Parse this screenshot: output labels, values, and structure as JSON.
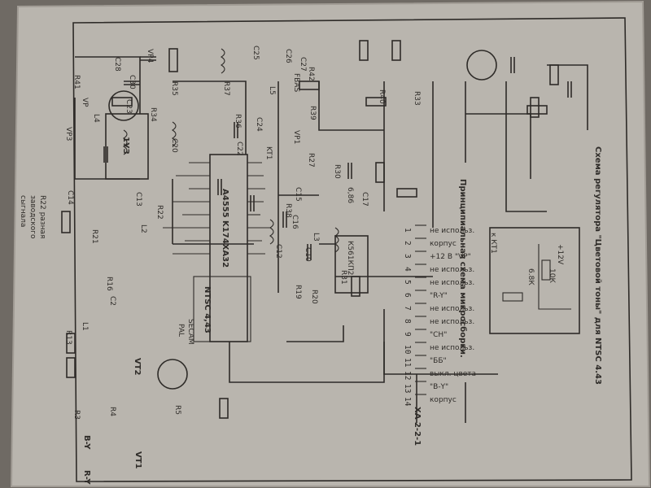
{
  "side_note": {
    "line1": "R22 разная",
    "line2": "заводского",
    "line3": "сыгнала"
  },
  "ic_main": {
    "label": "A4555 K174XA32"
  },
  "ic_system": {
    "label": "NTSC 4,43"
  },
  "ic_secam": {
    "label": "SECAM"
  },
  "ic_pal": {
    "label": "PAL"
  },
  "ic_small": {
    "label": "1УЗ"
  },
  "ic_dd": {
    "label": "К561КП2"
  },
  "transistors": [
    "VT1",
    "VT2"
  ],
  "inputs": [
    "B-Y",
    "R-Y"
  ],
  "components": {
    "r41": "R41",
    "c28": "C28",
    "c30": "C30",
    "vp4": "VP4",
    "r35": "R35",
    "c23": "C23",
    "l4": "L4",
    "r34": "R34",
    "vp": "VP",
    "vp3": "VP3",
    "c20": "C20",
    "c22": "C22",
    "c14": "C14",
    "c13": "C13",
    "r22": "R22",
    "r21": "R21",
    "l2": "L2",
    "r16": "R16",
    "l1": "L1",
    "c2": "C2",
    "r13": "R13",
    "r3": "R3",
    "r4": "R4",
    "r5": "R5",
    "r39": "R39",
    "r40": "R40",
    "r33": "R33",
    "r36": "R36",
    "r37": "R37",
    "r38": "R38",
    "c24": "C24",
    "c25": "C25",
    "c26": "C26",
    "c27": "C27",
    "r42": "R42",
    "fbas": "FBAS",
    "l5": "L5",
    "vp1": "VP1",
    "kt1": "KT1",
    "c17": "C17",
    "r30": "R30",
    "r31": "R31",
    "c16": "C16",
    "c15": "C15",
    "l3": "L3",
    "c10": "C10",
    "r19": "R19",
    "r20": "R20",
    "c12": "C12",
    "r27": "R27",
    "d_val": "6,86"
  },
  "connector": {
    "title": "ХА 2-2-1",
    "rows": [
      {
        "num": "1",
        "desc": "не использ."
      },
      {
        "num": "2",
        "desc": "корпус"
      },
      {
        "num": "3",
        "desc": "+12 В \"VP\""
      },
      {
        "num": "4",
        "desc": "не использ."
      },
      {
        "num": "5",
        "desc": "не использ."
      },
      {
        "num": "6",
        "desc": "\"R-Y\""
      },
      {
        "num": "7",
        "desc": "не использ."
      },
      {
        "num": "8",
        "desc": "не использ."
      },
      {
        "num": "9",
        "desc": "\"СН\""
      },
      {
        "num": "10",
        "desc": "не использ."
      },
      {
        "num": "11",
        "desc": "\"ББ\""
      },
      {
        "num": "12",
        "desc": "выкл. цвета"
      },
      {
        "num": "13",
        "desc": "\"В-Y\""
      },
      {
        "num": "14",
        "desc": "корпус"
      }
    ]
  },
  "subschematic": {
    "title": "Принципиальная схема микросборки.",
    "kt_label": "к КТ1",
    "supply": "+12V",
    "r_a": "6.8К",
    "r_b": "10К"
  },
  "footer": "Схема регулятора \"Цветовой тоны\" для NTSC 4.43"
}
